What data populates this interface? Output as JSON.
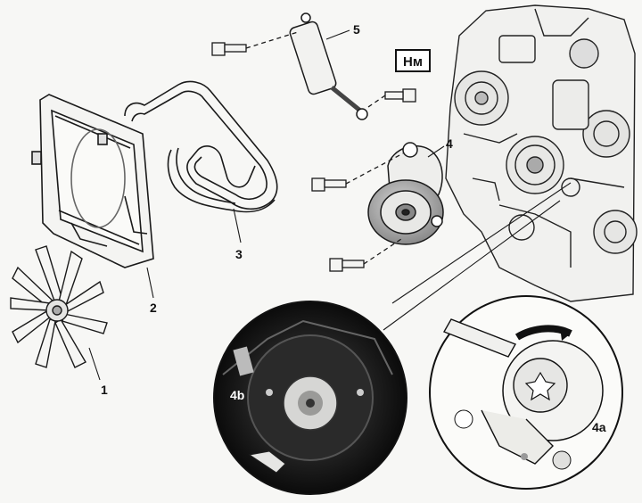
{
  "diagram": {
    "torque_badge": "Нм",
    "callouts": {
      "c1": "1",
      "c2": "2",
      "c3": "3",
      "c4": "4",
      "c5": "5",
      "c4a": "4a",
      "c4b": "4b"
    },
    "parts": [
      {
        "id": "1",
        "name": "fan-impeller"
      },
      {
        "id": "2",
        "name": "fan-shroud"
      },
      {
        "id": "3",
        "name": "poly-v-belt"
      },
      {
        "id": "4",
        "name": "belt-tensioner"
      },
      {
        "id": "5",
        "name": "shock-absorber"
      }
    ],
    "details": [
      {
        "id": "4a",
        "name": "tensioner-bolt-detail"
      },
      {
        "id": "4b",
        "name": "tensioner-roller-detail"
      }
    ]
  }
}
